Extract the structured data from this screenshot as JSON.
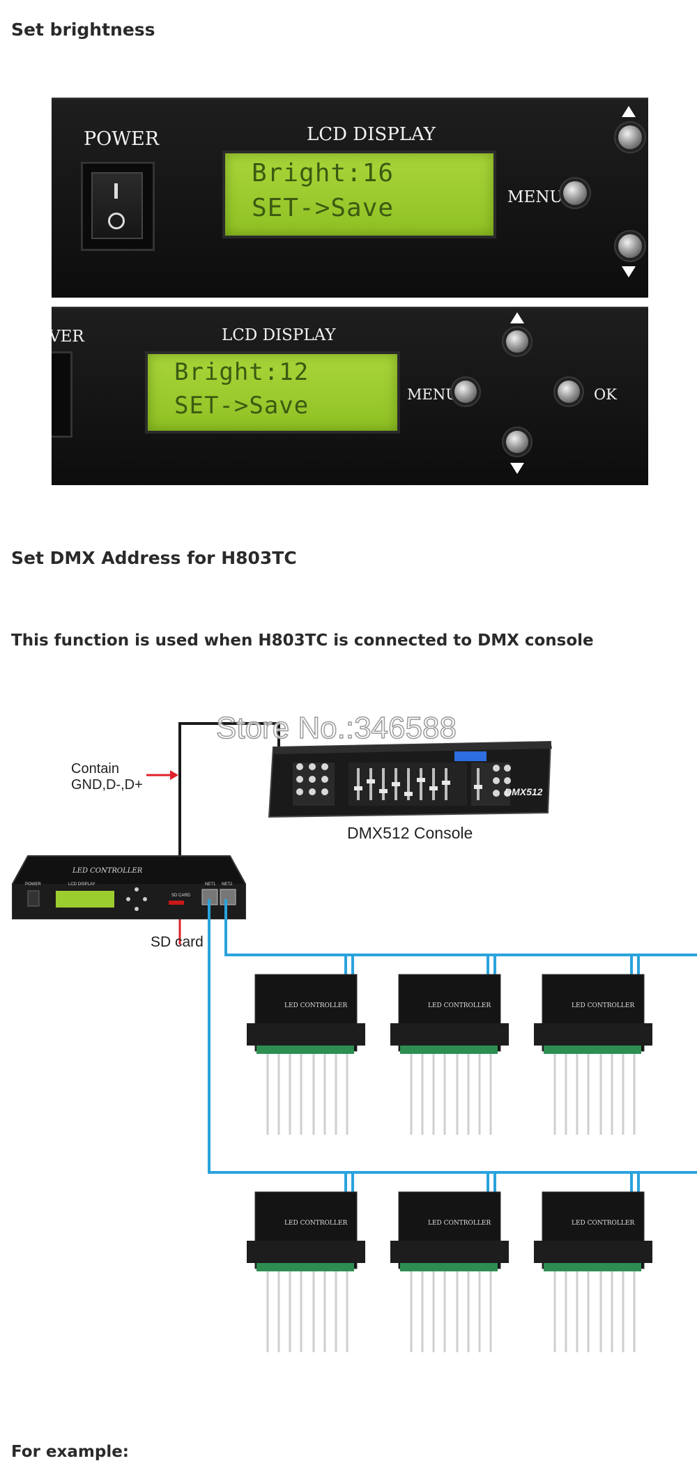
{
  "sections": {
    "brightness_heading": "Set brightness",
    "dmx_heading": "Set DMX Address for H803TC",
    "dmx_subheading": "This function is used when H803TC is connected to DMX console",
    "example_heading": "For example:"
  },
  "panel1": {
    "power_label": "POWER",
    "lcd_title": "LCD DISPLAY",
    "lcd_line1": "Bright:16",
    "lcd_line2": "SET->Save",
    "menu_label": "MENU"
  },
  "panel2": {
    "power_label_partial": "VER",
    "lcd_title": "LCD DISPLAY",
    "lcd_line1": "Bright:12",
    "lcd_line2": "SET->Save",
    "menu_label": "MENU",
    "ok_label": "OK"
  },
  "diagram": {
    "watermark": "Store No.:346588",
    "contain_label_line1": "Contain",
    "contain_label_line2": "GND,D-,D+",
    "console_caption": "DMX512 Console",
    "console_brand": "DMX512",
    "sd_card_label": "SD card",
    "controller_title": "LED CONTROLLER",
    "controller_power": "POWER",
    "controller_lcd": "LCD DISPLAY",
    "controller_sd": "SD CARD",
    "controller_net1": "NET1",
    "controller_net2": "NET2",
    "receiver_label": "LED CONTROLLER",
    "colors": {
      "cable_blue": "#2aa3dc",
      "arrow_red": "#e0202a",
      "device_black": "#151515",
      "lcd_green": "#9ccd2f"
    }
  }
}
